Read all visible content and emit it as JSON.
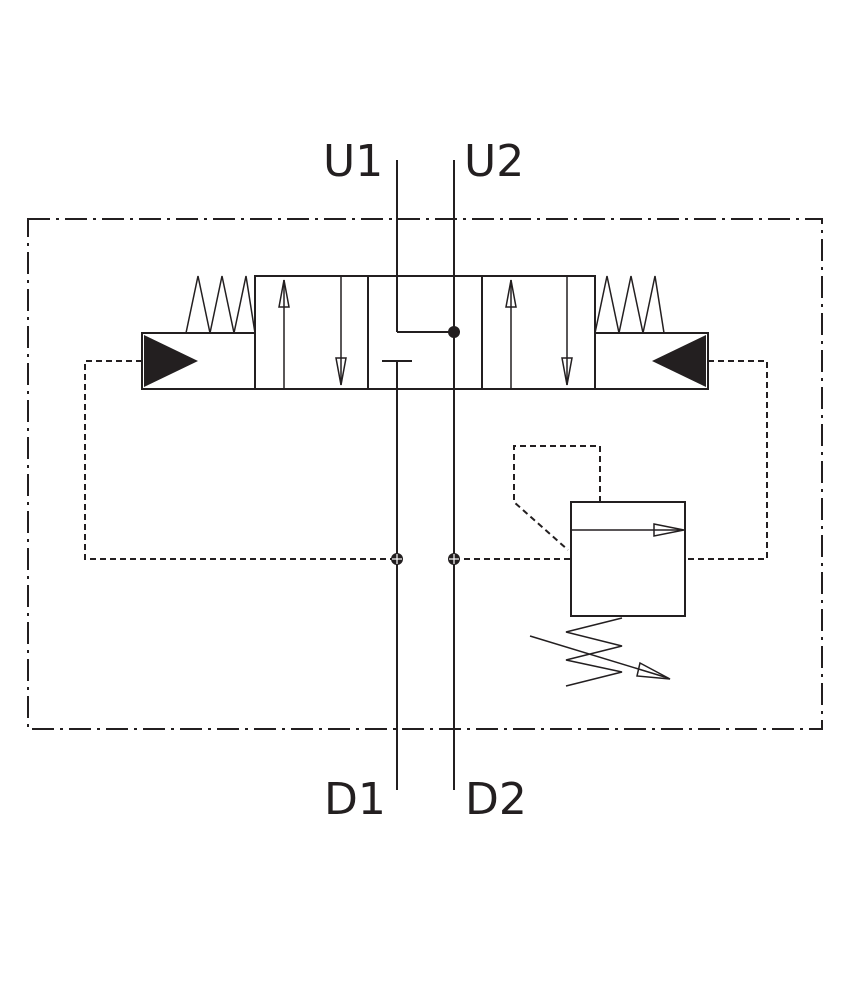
{
  "diagram": {
    "type": "hydraulic valve schematic",
    "ports": {
      "u1": "U1",
      "u2": "U2",
      "d1": "D1",
      "d2": "D2"
    },
    "colors": {
      "line": "#231f20",
      "background": "#ffffff"
    }
  }
}
